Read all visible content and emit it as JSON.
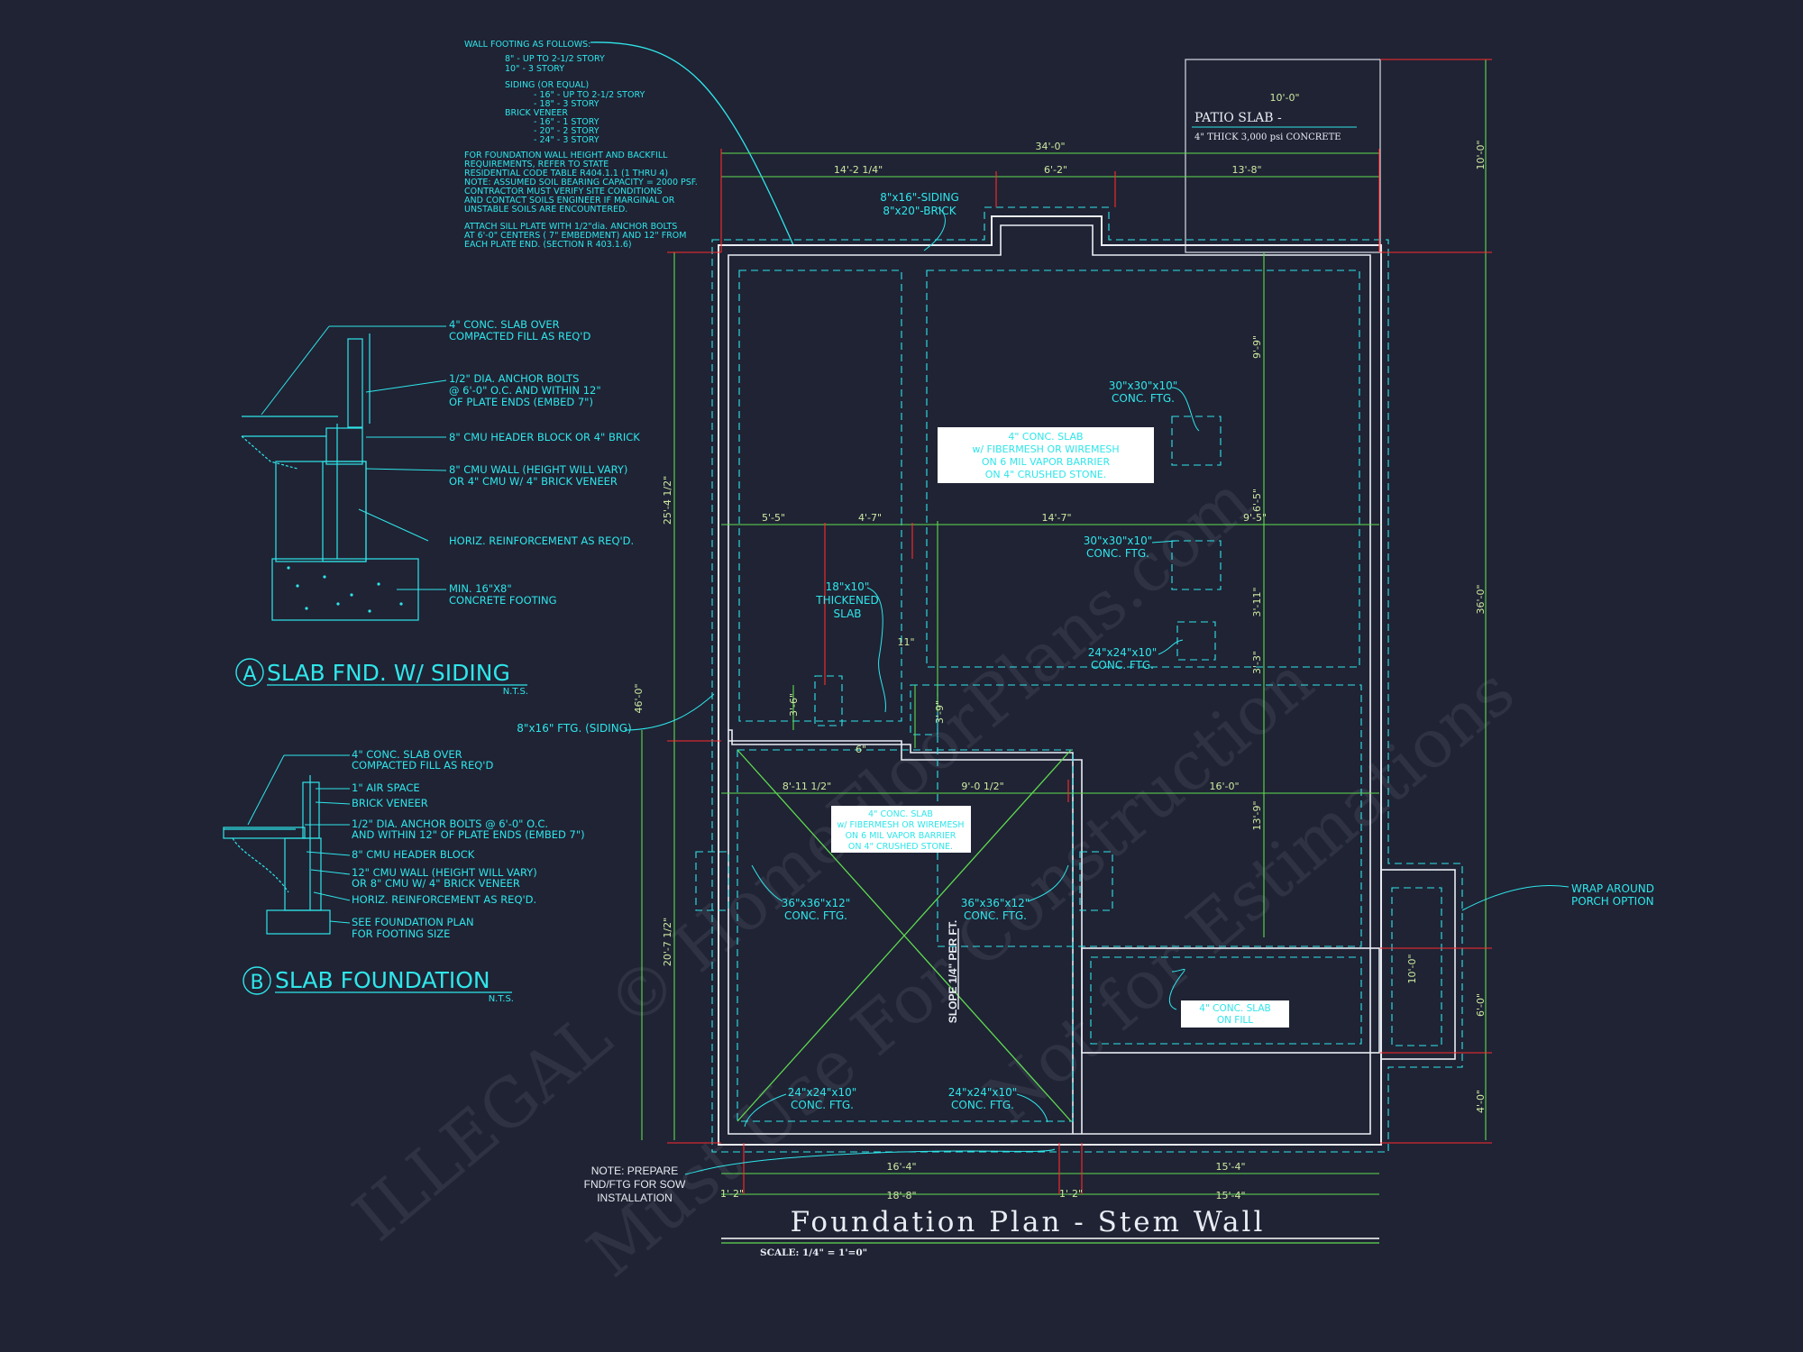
{
  "title": "Foundation Plan - Stem Wall",
  "scale": "SCALE: 1/4\" = 1'=0\"",
  "watermark": [
    "ILLEGAL © HomeFloorPlans.com",
    "Must Use For Construction",
    "Not for Estimations"
  ],
  "colors": {
    "background": "#1f2334",
    "cyan": "#2fe6ea",
    "green": "#5fdc4f",
    "red": "#ff2b2b",
    "white": "#e9ecf3"
  },
  "general_notes": {
    "heading": "WALL FOOTING AS FOLLOWS:",
    "lines": [
      "8\" - UP TO 2-1/2 STORY",
      "10\" - 3 STORY",
      "SIDING (OR EQUAL)",
      "- 16\" - UP TO 2-1/2 STORY",
      "- 18\" - 3 STORY",
      "BRICK VENEER",
      "- 16\" - 1 STORY",
      "- 20\" - 2 STORY",
      "- 24\" - 3 STORY"
    ],
    "para1": [
      "FOR FOUNDATION WALL HEIGHT AND BACKFILL",
      "REQUIREMENTS, REFER TO STATE",
      "RESIDENTIAL CODE TABLE R404.1.1 (1 THRU 4)",
      "NOTE: ASSUMED SOIL BEARING CAPACITY = 2000 PSF.",
      "CONTRACTOR MUST VERIFY SITE CONDITIONS",
      "AND CONTACT SOILS ENGINEER IF MARGINAL OR",
      "UNSTABLE SOILS ARE ENCOUNTERED."
    ],
    "para2": [
      "ATTACH SILL PLATE WITH 1/2\"dia. ANCHOR BOLTS",
      "AT 6'-0\" CENTERS ( 7\" EMBEDMENT) AND 12\" FROM",
      "EACH PLATE END. (SECTION R 403.1.6)"
    ]
  },
  "detail_a": {
    "title": "SLAB FND. W/ SIDING",
    "tag": "A",
    "nts": "N.T.S.",
    "notes": [
      [
        "4\" CONC. SLAB OVER",
        "COMPACTED FILL AS REQ'D"
      ],
      [
        "1/2\" DIA. ANCHOR BOLTS",
        "@ 6'-0\" O.C. AND WITHIN 12\"",
        "OF PLATE ENDS (EMBED 7\")"
      ],
      [
        "8\" CMU HEADER BLOCK OR 4\" BRICK"
      ],
      [
        "8\" CMU WALL (HEIGHT WILL VARY)",
        "OR 4\" CMU W/ 4\" BRICK VENEER"
      ],
      [
        "HORIZ. REINFORCEMENT AS REQ'D."
      ],
      [
        "MIN. 16\"X8\"",
        "CONCRETE FOOTING"
      ]
    ]
  },
  "detail_b": {
    "title": "SLAB FOUNDATION",
    "tag": "B",
    "nts": "N.T.S.",
    "notes": [
      [
        "4\" CONC. SLAB OVER",
        "COMPACTED FILL AS REQ'D"
      ],
      [
        "1\" AIR SPACE"
      ],
      [
        "BRICK VENEER"
      ],
      [
        "1/2\" DIA. ANCHOR BOLTS @ 6'-0\" O.C.",
        "AND WITHIN 12\" OF PLATE ENDS (EMBED 7\")"
      ],
      [
        "8\" CMU HEADER BLOCK"
      ],
      [
        "12\" CMU WALL (HEIGHT WILL VARY)",
        "OR 8\" CMU W/ 4\" BRICK VENEER"
      ],
      [
        "HORIZ. REINFORCEMENT AS REQ'D."
      ],
      [
        "SEE FOUNDATION PLAN",
        "FOR FOOTING SIZE"
      ]
    ]
  },
  "plan": {
    "patio_title": "PATIO SLAB -",
    "patio_spec": "4\" THICK 3,000 psi CONCRETE",
    "patio_width": "10'-0\"",
    "siding_note": [
      "8\"x16\"-SIDING",
      "8\"x20\"-BRICK"
    ],
    "slab_note_main": [
      "4\" CONC. SLAB",
      "w/ FIBERMESH OR WIREMESH",
      "ON 6 MIL VAPOR BARRIER",
      "ON 4\" CRUSHED STONE."
    ],
    "slab_note_garage": [
      "4\" CONC. SLAB",
      "w/ FIBERMESH OR WIREMESH",
      "ON 6 MIL VAPOR BARRIER",
      "ON 4\" CRUSHED STONE."
    ],
    "slab_note_porch": [
      "4\" CONC. SLAB",
      "ON FILL"
    ],
    "ftg_30x30_1": [
      "30\"x30\"x10\"",
      "CONC. FTG."
    ],
    "ftg_30x30_2": [
      "30\"x30\"x10\"",
      "CONC. FTG."
    ],
    "ftg_24x24_top": [
      "24\"x24\"x10\"",
      "CONC. FTG."
    ],
    "thickened": [
      "18\"x10\"",
      "THICKENED",
      "SLAB"
    ],
    "ftg_36_left": [
      "36\"x36\"x12\"",
      "CONC. FTG."
    ],
    "ftg_36_right": [
      "36\"x36\"x12\"",
      "CONC. FTG."
    ],
    "ftg_24_bl": [
      "24\"x24\"x10\"",
      "CONC. FTG."
    ],
    "ftg_24_br": [
      "24\"x24\"x10\"",
      "CONC. FTG."
    ],
    "siding_ftg": "8\"x16\" FTG. (SIDING)",
    "slope": "SLOPE 1/4\" PER FT.",
    "wrap_note": [
      "WRAP AROUND",
      "PORCH OPTION"
    ],
    "prepare_note": [
      "NOTE: PREPARE",
      "FND/FTG FOR SOW",
      "INSTALLATION"
    ],
    "dims": {
      "top_overall": "34'-0\"",
      "top_a": "14'-2 1/4\"",
      "top_b": "6'-2\"",
      "top_c": "13'-8\"",
      "mid_a": "5'-5\"",
      "mid_b": "4'-7\"",
      "mid_c": "14'-7\"",
      "mid_d": "9'-5\"",
      "gar_a": "8'-11 1/2\"",
      "gar_b": "9'-0 1/2\"",
      "gar_c": "16'-0\"",
      "bot_a": "16'-4\"",
      "bot_b": "15'-4\"",
      "bot_c": "18'-8\"",
      "bot_d": "15'-4\"",
      "bot_e": "1'-2\"",
      "bot_f": "1'-2\"",
      "left_overall": "46'-0\"",
      "left_a": "25'-4 1/2\"",
      "left_b": "20'-7 1/2\"",
      "left_c": "3'-6\"",
      "left_d": "3'-9\"",
      "right_overall": "36'-0\"",
      "right_a": "10'-0\"",
      "right_b": "6'-0\"",
      "right_c": "4'-0\"",
      "in_a": "9'-9\"",
      "in_b": "6'-5\"",
      "in_c": "3'-11\"",
      "in_d": "3'-3\"",
      "in_e": "13'-9\"",
      "in_f": "11\"",
      "in_g": "6\"",
      "porch_h": "10'-0\""
    }
  }
}
